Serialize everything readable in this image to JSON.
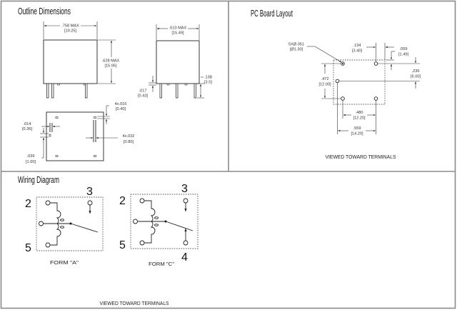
{
  "sections": {
    "outline": {
      "title": "Outline Dimensions",
      "front_width": {
        "in": ".758 MAX",
        "mm": "[19.25]"
      },
      "front_height": {
        "in": ".628 MAX",
        "mm": "[15.95]"
      },
      "side_width": {
        "in": ".610 MAX",
        "mm": "[15.49]"
      },
      "pin_length": {
        "in": ".138",
        "mm": "[3.5]"
      },
      "standoff": {
        "in": ".017",
        "mm": "[0.43]"
      },
      "pin_thickness": {
        "in": ".014",
        "mm": "[0.36]"
      },
      "pin_width_a": {
        "in": "4x.016",
        "mm": "[0.40]"
      },
      "pin_width_b": {
        "in": "4x.032",
        "mm": "[0.80]"
      },
      "pin_offset": {
        "in": ".039",
        "mm": "[1.00]"
      }
    },
    "pcb": {
      "title": "PC Board Layout",
      "hole": {
        "in": "5XØ.051",
        "mm": "[Ø1.30]"
      },
      "dim_134": {
        "in": ".134",
        "mm": "[3.40]"
      },
      "dim_059": {
        "in": ".059",
        "mm": "[1.49]"
      },
      "dim_236": {
        "in": ".236",
        "mm": "[6.00]"
      },
      "dim_472": {
        "in": ".472",
        "mm": "[12.00]"
      },
      "dim_480": {
        "in": ".480",
        "mm": "[12.20]"
      },
      "dim_559": {
        "in": ".559",
        "mm": "[14.20]"
      },
      "caption": "VIEWED TOWARD TERMINALS"
    },
    "wiring": {
      "title": "Wiring Diagram",
      "form_a": {
        "label": "FORM \"A\"",
        "terminals": [
          "2",
          "3",
          "5"
        ]
      },
      "form_c": {
        "label": "FORM \"C\"",
        "terminals": [
          "2",
          "3",
          "5",
          "4"
        ]
      },
      "caption": "VIEWED TOWARD TERMINALS"
    }
  }
}
